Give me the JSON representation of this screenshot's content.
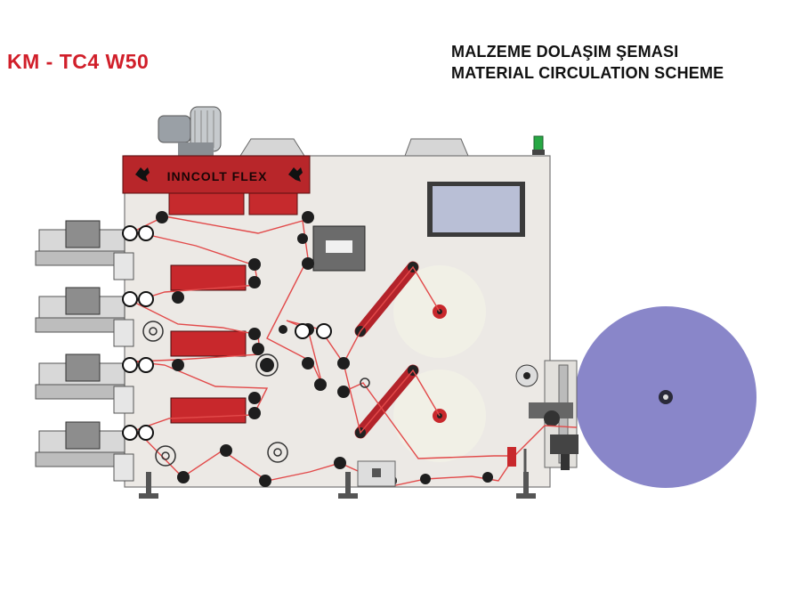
{
  "header": {
    "model": "KM - TC4 W50",
    "title_tr": "MALZEME DOLAŞIM ŞEMASI",
    "title_en": "MATERIAL CIRCULATION SCHEME"
  },
  "machine": {
    "brand_label": "INNCOLT FLEX",
    "print_units": 4
  },
  "colors": {
    "frame": "#ece9e5",
    "accent_red": "#c8282c",
    "web_path": "#e24a4a",
    "unwind_roll": "#8986c9",
    "rewind_roll": "#f1f0e6",
    "screen": "#b9bfd6",
    "model_text": "#d11f2a"
  },
  "icons": [
    "motor-icon",
    "ferrari-horse-icon",
    "status-lamp-icon",
    "foot-icon"
  ]
}
